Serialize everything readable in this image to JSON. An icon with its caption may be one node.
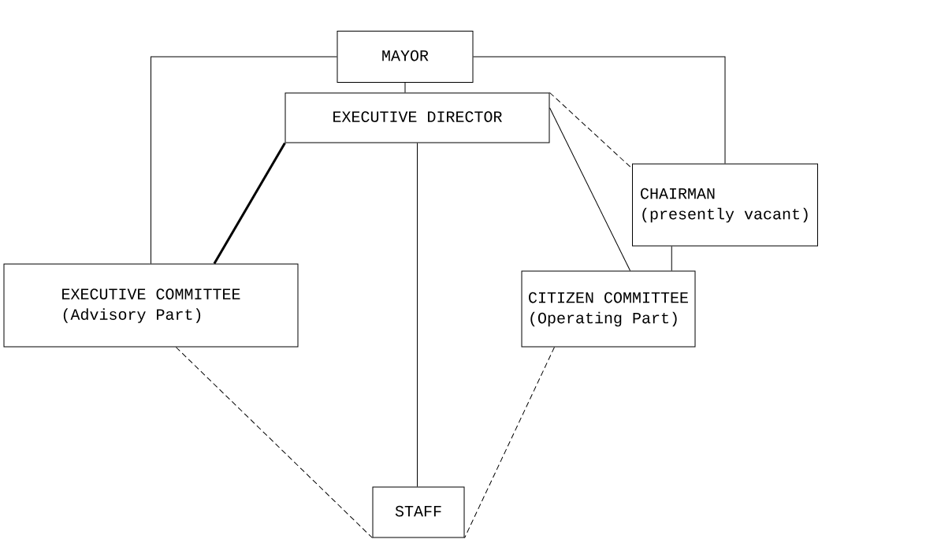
{
  "diagram": {
    "nodes": [
      {
        "text": [
          "MAYOR"
        ]
      },
      {
        "text": [
          "EXECUTIVE DIRECTOR"
        ]
      },
      {
        "text": [
          "CHAIRMAN",
          "(presently vacant)"
        ]
      },
      {
        "text": [
          "EXECUTIVE COMMITTEE",
          "(Advisory Part)"
        ]
      },
      {
        "text": [
          "CITIZEN COMMITTEE",
          "(Operating Part)"
        ]
      },
      {
        "text": [
          "STAFF"
        ]
      }
    ],
    "edges": [
      {
        "from": 0,
        "to": 3,
        "arrow": "none"
      },
      {
        "from": 0,
        "to": 1,
        "arrow": "none"
      },
      {
        "from": 0,
        "to": 2,
        "arrow": "none"
      },
      {
        "from": 1,
        "to": 3,
        "arrow": "none",
        "style": "thick"
      },
      {
        "from": 1,
        "to": 2,
        "arrow": "none",
        "style": "dashed"
      },
      {
        "from": 1,
        "to": 4,
        "arrow": "none"
      },
      {
        "from": 2,
        "to": 4,
        "arrow": "none"
      },
      {
        "from": 1,
        "to": 5,
        "arrow": "none"
      },
      {
        "from": 3,
        "to": 5,
        "arrow": "none",
        "style": "dashed"
      },
      {
        "from": 4,
        "to": 5,
        "arrow": "none",
        "style": "dashed"
      }
    ]
  }
}
